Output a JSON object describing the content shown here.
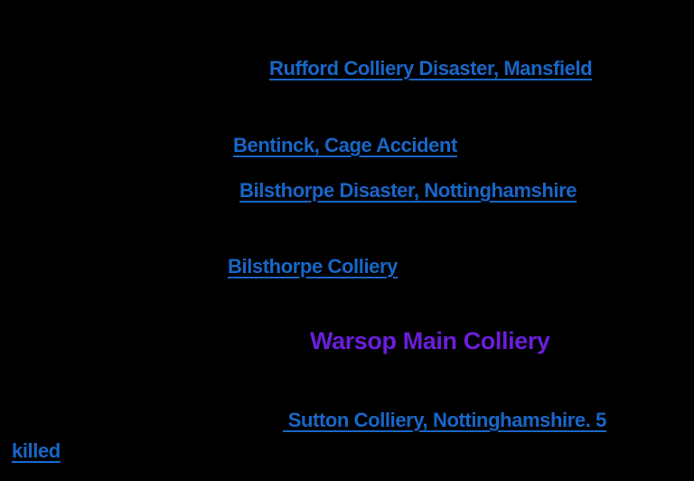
{
  "page": {
    "background_color": "#000000",
    "link_color": "#1866C8",
    "accent_color": "#6A1ED9"
  },
  "content": {
    "links": {
      "rufford": "Rufford Colliery Disaster, Mansfield",
      "bentinck": "Bentinck, Cage Accident",
      "bilsthorpe_disaster": "Bilsthorpe Disaster, Nottinghamshire",
      "bilsthorpe_colliery": "Bilsthorpe Colliery",
      "sutton_line1": " Sutton Colliery, Nottinghamshire. 5",
      "sutton_line2": "killed"
    },
    "highlight": {
      "warsop": "Warsop Main Colliery"
    }
  }
}
